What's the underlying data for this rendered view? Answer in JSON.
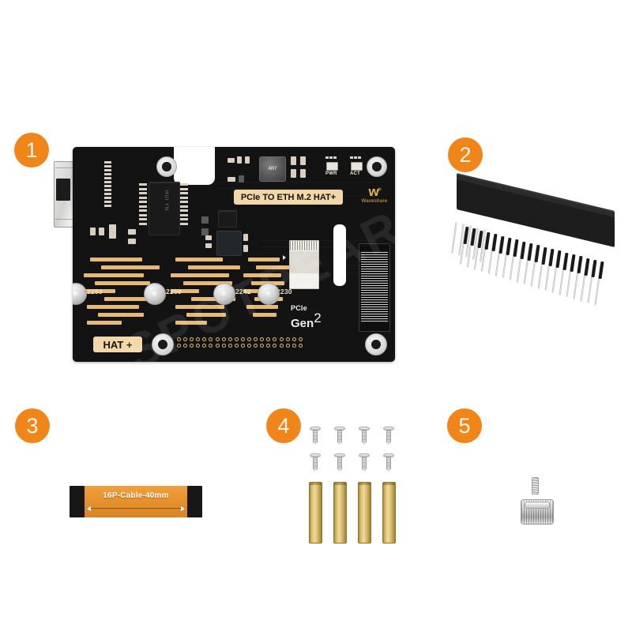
{
  "page": {
    "background": "#ffffff",
    "accent": "#f08519",
    "watermark": "SPOTPEAR"
  },
  "items": [
    {
      "number": "1",
      "name": "pcie-to-eth-m2-hat-board"
    },
    {
      "number": "2",
      "name": "gpio-stacking-header"
    },
    {
      "number": "3",
      "name": "ffc-cable"
    },
    {
      "number": "4",
      "name": "screws-and-standoffs"
    },
    {
      "number": "5",
      "name": "thumb-screw"
    }
  ],
  "board": {
    "title_silk": "PCIe TO ETH M.2 HAT+",
    "brand": {
      "mark": "w",
      "registered": "®",
      "word": "Waveshare"
    },
    "leds": [
      {
        "label": "PWR"
      },
      {
        "label": "ACT"
      }
    ],
    "inductor_marking": "4R7",
    "ic_marking": "HUI YN",
    "ssd_size_labels": [
      "2280",
      "2260",
      "2242",
      "2230"
    ],
    "pcie_label_top": "PCIe",
    "pcie_label_bottom": "Gen",
    "pcie_generation": "2",
    "hat_label": "HAT +",
    "gpio_pin_columns": 20,
    "gpio_pin_rows": 2
  },
  "header": {
    "pin_columns": 20,
    "pin_rows": 2,
    "color": "#1d1d1d"
  },
  "cable": {
    "label": "16P-Cable-40mm"
  },
  "hardware": {
    "screw_count": 8,
    "standoff_count": 4,
    "standoff_color": "#d9bd6e"
  },
  "thumbscrew": {
    "finish": "knurled-silver"
  }
}
